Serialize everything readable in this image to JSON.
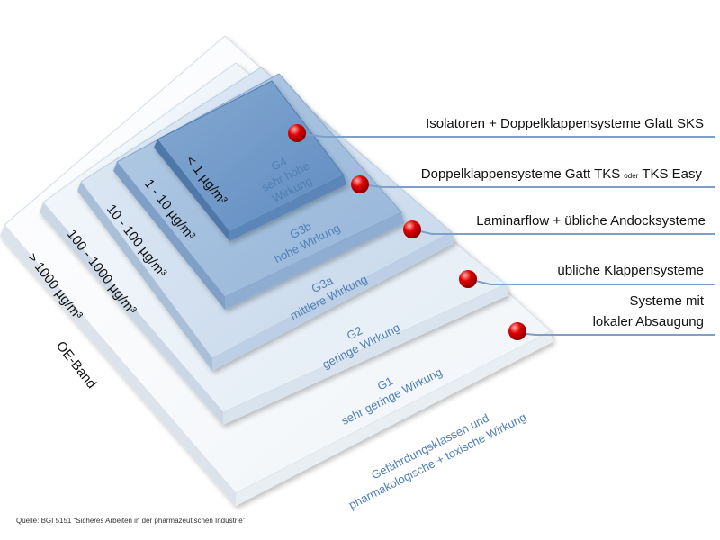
{
  "source_note": "Quelle: BGI 5151 “Sicheres Arbeiten in der pharmazeutischen Industrie”",
  "left_axis_label": "OE-Band",
  "bottom_axis_label": {
    "line1": "Gefährdungsklassen und",
    "line2": "pharmakologische + toxische Wirkung"
  },
  "levels": [
    {
      "class": "G1",
      "effect": "sehr geringe Wirkung",
      "oeb_range": "> 1000 µg/m³",
      "system": {
        "line1": "Systeme mit",
        "line2": "lokaler Absaugung"
      },
      "color": "#f3f7fb"
    },
    {
      "class": "G2",
      "effect": "geringe Wirkung",
      "oeb_range": "100 - 1000 µg/m³",
      "system": {
        "line1": "übliche Klappensysteme"
      },
      "color": "#e3ecf6"
    },
    {
      "class": "G3a",
      "effect": "mittlere Wirkung",
      "oeb_range": "10 - 100 µg/m³",
      "system": {
        "line1": "Laminarflow + übliche Andocksysteme"
      },
      "color": "#c7d8eb"
    },
    {
      "class": "G3b",
      "effect": "hohe Wirkung",
      "oeb_range": "1 - 10 µg/m³",
      "system": {
        "line1": "Doppelklappensysteme Gatt TKS",
        "small": "oder",
        "line2": "TKS Easy"
      },
      "color": "#9cbcdc"
    },
    {
      "class": "G4",
      "effect_line1": "sehr hohe",
      "effect_line2": "Wirkung",
      "oeb_range": "< 1 µg/m³",
      "system": {
        "line1": "Isolatoren + Doppelklappensysteme Glatt SKS"
      },
      "color": "#6f9ac9"
    }
  ],
  "colors": {
    "marker": "#e00000",
    "leader_line": "#7f9fca",
    "class_text": "#4f7fb5",
    "label_text": "#111111"
  }
}
